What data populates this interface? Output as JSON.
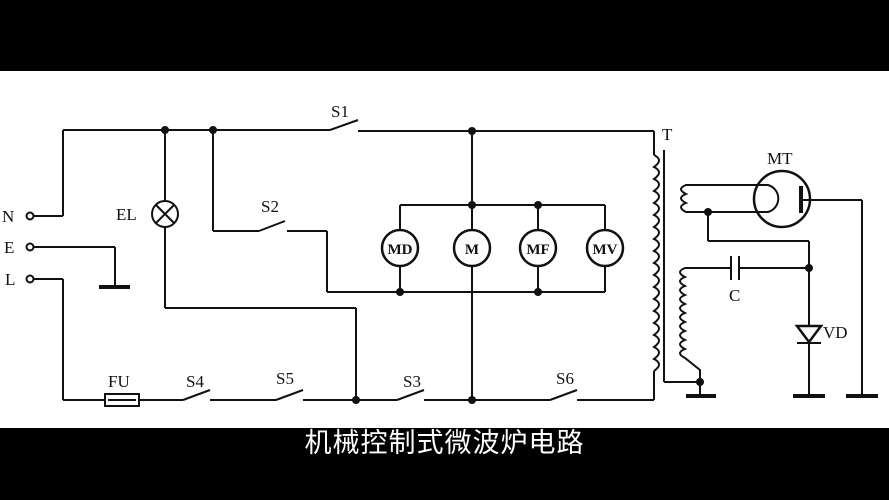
{
  "caption": "机械控制式微波炉电路",
  "terminals": {
    "n": "N",
    "e": "E",
    "l": "L"
  },
  "components": {
    "lamp": "EL",
    "fuse": "FU",
    "transformer": "T",
    "magnetron": "MT",
    "capacitor": "C",
    "diode": "VD",
    "motors": [
      "MD",
      "M",
      "MF",
      "MV"
    ]
  },
  "switches": {
    "s1": "S1",
    "s2": "S2",
    "s3": "S3",
    "s4": "S4",
    "s5": "S5",
    "s6": "S6"
  },
  "colors": {
    "ink": "#111111",
    "paper": "#ffffff",
    "letterbox": "#000000",
    "caption": "#ffffff"
  }
}
